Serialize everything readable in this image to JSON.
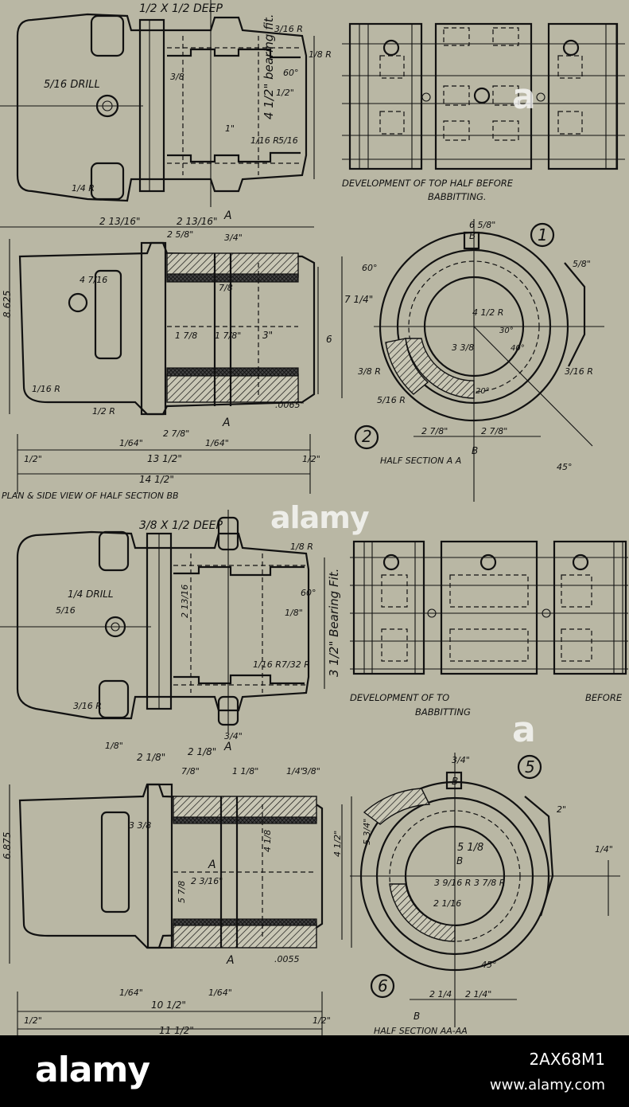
{
  "drawing": {
    "fig1_label": "1",
    "fig2_label": "2",
    "fig5_label": "5",
    "fig6_label": "6",
    "dev_top_caption_1": "DEVELOPMENT OF TOP HALF BEFORE",
    "dev_top_caption_2": "BABBITTING.",
    "dev_bottom_caption_1": "DEVELOPMENT OF TO",
    "dev_bottom_caption_2": "BEFORE",
    "dev_bottom_caption_3": "BABBITTING",
    "half_section_aa": "HALF SECTION A A",
    "half_section_aaaa": "HALF SECTION AA-AA",
    "plan_caption": "PLAN & SIDE VIEW OF HALF SECTION BB",
    "top": {
      "deep_note": "1/2 X 1/2 DEEP",
      "drill_note": "5/16 DRILL",
      "bearing_fit": "4 1/2\" bearing fit.",
      "r_3_16": "3/16 R",
      "r_1_8": "1/8 R",
      "d_60": "60°",
      "d_1_2": "1/2\"",
      "d_3_8": "3/8",
      "d_1in": "1\"",
      "r_1_16": "1/16 R",
      "d_5_16": "5/16",
      "r_1_4": "1/4 R"
    },
    "second": {
      "d_2_13_16a": "2 13/16\"",
      "d_2_13_16b": "2 13/16\"",
      "lbl_A": "A",
      "d_2_5_8": "2 5/8\"",
      "d_3_4": "3/4\"",
      "d_6_5_8": "6 5/8\"",
      "overall_8625": "8.625",
      "d_4_7_16": "4 7/16",
      "d_1_7_8a": "1 7/8",
      "d_1_7_8b": "1 7/8\"",
      "d_3in": "3\"",
      "d_6": "6",
      "d_7_1_4": "7 1/4\"",
      "d_7_8": "7/8",
      "d_0065": ".0065\"",
      "d_1_64a": "1/64\"",
      "d_1_64b": "1/64\"",
      "d_2_7_8": "2 7/8\"",
      "d_1_2a": "1/2\"",
      "d_1_2b": "1/2\"",
      "d_13_1_2": "13 1/2\"",
      "d_14_1_2": "14 1/2\"",
      "r_1_16": "1/16 R",
      "r_1_2": "1/2 R",
      "lbl_B": "B",
      "d_5_8": "5/8\"",
      "d_60": "60°",
      "d_30": "30°",
      "d_40": "40°",
      "d_20": "20°",
      "d_45": "45°",
      "r_4_1_2": "4 1/2 R",
      "r_3_3_8": "3 3/8",
      "r_3_8": "3/8 R",
      "r_5_16": "5/16 R",
      "r_3_16": "3/16 R",
      "d_2_7_8a": "2 7/8\"",
      "d_2_7_8b": "2 7/8\""
    },
    "third": {
      "deep_note": "3/8 X 1/2 DEEP",
      "drill_note": "1/4 DRILL",
      "bearing_fit": "3 1/2\" Bearing Fit.",
      "r_1_8": "1/8 R",
      "d_60": "60°",
      "d_1_8": "1/8\"",
      "d_2_13_16": "2 13/16",
      "r_1_16": "1/16 R",
      "r_7_32": "7/32 R",
      "r_3_16": "3/16 R",
      "d_1_8b": "1/8\"",
      "d_3_4": "3/4\"",
      "d_5_16": "5/16"
    },
    "fourth": {
      "overall_6875": "6.875",
      "d_2_1_8": "2 1/8\"",
      "d_2_1_8b": "2 1/8\"",
      "d_7_8": "7/8\"",
      "d_1_8": "1 1/8\"",
      "d_1_4": "1/4\"",
      "d_3_8": "3/8\"",
      "lbl_A": "A",
      "d_3_8b": "3 3/8",
      "d_5_7_8": "5 7/8",
      "d_4_1_8": "4 1/8",
      "d_4_1_2": "4 1/2\"",
      "d_5_3_4": "5 3/4\"",
      "d_2_3_16": "2 3/16\"",
      "d_0055": ".0055",
      "d_10_1_2": "10 1/2\"",
      "d_11_1_2": "11 1/2\"",
      "d_1_2a": "1/2\"",
      "d_1_2b": "1/2\"",
      "d_1_64a": "1/64\"",
      "d_1_64b": "1/64\"",
      "lbl_B": "B",
      "d_3_4": "3/4\"",
      "d_2in": "2\"",
      "d_5_1_8": "5 1/8",
      "r_3_9_16": "3 9/16 R",
      "r_3_7_8": "3 7/8 R",
      "d_2_1_16": "2 1/16",
      "d_1_4b": "1/4\"",
      "d_45": "45°",
      "d_2_1_4a": "2 1/4",
      "d_2_1_4b": "2 1/4\""
    }
  },
  "watermark": {
    "center_text": "alamy",
    "mark_a": "a",
    "mark_b": "a"
  },
  "footer": {
    "logo_text": "alamy",
    "image_id": "2AX68M1",
    "url": "www.alamy.com"
  }
}
